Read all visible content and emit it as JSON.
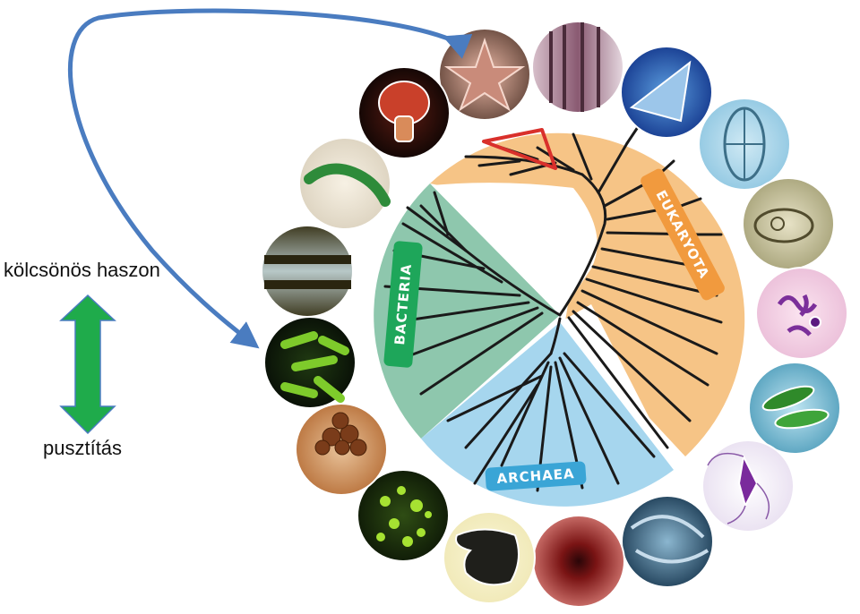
{
  "labels": {
    "benefit": "kölcsönös haszon",
    "destruction": "pusztítás"
  },
  "domains": {
    "bacteria": "BACTERIA",
    "eukaryota": "EUKARYOTA",
    "archaea": "ARCHAEA"
  },
  "colors": {
    "arrow_blue": "#4a7cc0",
    "double_arrow_green": "#1fab4b",
    "bacteria_fill": "#8ec7ad",
    "eukaryota_fill": "#f6c486",
    "archaea_fill": "#a6d6ee",
    "branch": "#1a1a1a",
    "highlight_red": "#d9302b"
  },
  "organism_images": [
    "starfish",
    "plant-stem-section",
    "diatom-triangular",
    "diatom-oval",
    "ciliate-cell",
    "trypanosome-cells",
    "green-alga-cells",
    "flagellate-cell",
    "dark-blue-microbe",
    "red-cell-cluster",
    "dark-amoeba-shape",
    "green-fluorescent-cells",
    "orange-spore-cluster",
    "green-rod-bacteria",
    "cyanobacteria-filaments",
    "green-spiral-alga",
    "red-mushroom"
  ]
}
